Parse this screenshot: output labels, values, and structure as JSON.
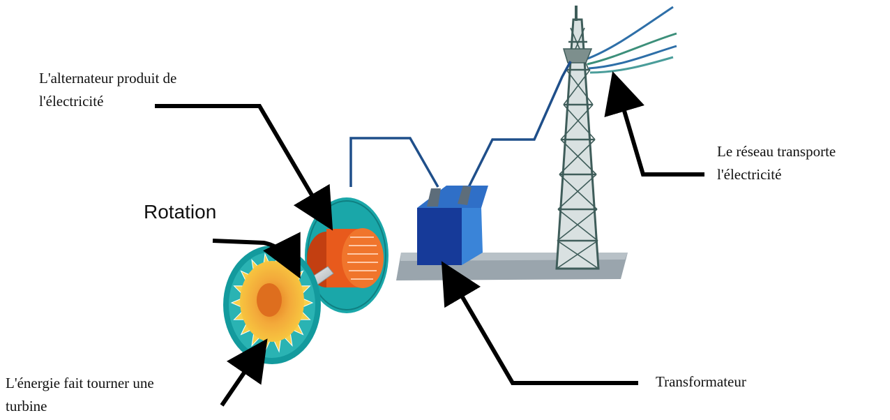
{
  "labels": {
    "alternateur": [
      "L'alternateur produit de",
      "l'électricité"
    ],
    "rotation": "Rotation",
    "energie": [
      "L'énergie fait tourner une",
      "turbine"
    ],
    "transformateur": "Transformateur",
    "reseau": [
      "Le réseau transporte",
      "l'électricité"
    ]
  },
  "colors": {
    "arrow": "#000000",
    "turbine_outer": "#19a3a6",
    "turbine_blades": "#f5c33a",
    "turbine_core": "#e0761f",
    "alternator_outer": "#1aa7a9",
    "rotor": "#e85a1c",
    "transformer": "#1a3d9e",
    "transformer_side": "#3c7fd6",
    "wire": "#1f4f8a",
    "pylon": "#3d5a57",
    "base": "#8f9aa3"
  }
}
